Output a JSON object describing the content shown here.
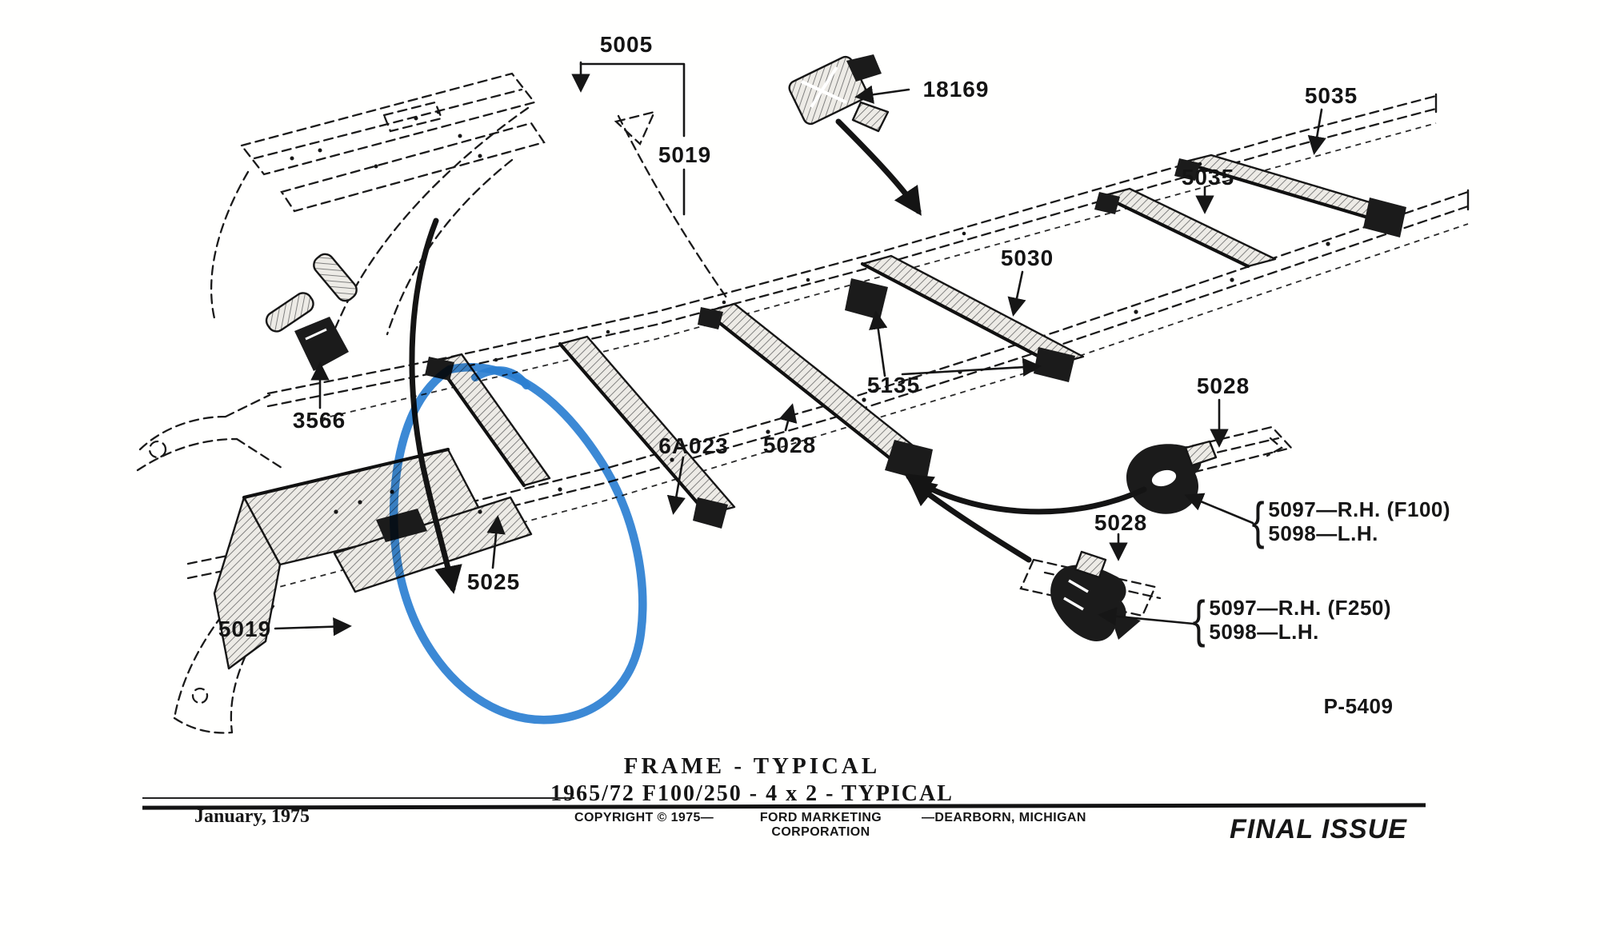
{
  "document": {
    "title_line1": "FRAME - TYPICAL",
    "title_line2": "1965/72 F100/250 - 4 x 2 - TYPICAL",
    "figure_code": "P-5409",
    "footer": {
      "date": "January, 1975",
      "copyright": "COPYRIGHT © 1975—",
      "publisher_line1": "FORD MARKETING",
      "publisher_line2": "CORPORATION",
      "location": "—DEARBORN, MICHIGAN",
      "issue_stamp": "FINAL ISSUE"
    }
  },
  "highlight": {
    "color": "#2b7fd2",
    "shape": "hand-drawn-circle",
    "encircles_part": "5025"
  },
  "part_labels": [
    {
      "text": "5005"
    },
    {
      "text": "5019"
    },
    {
      "text": "18169"
    },
    {
      "text": "5035"
    },
    {
      "text": "5035"
    },
    {
      "text": "5030"
    },
    {
      "text": "5135"
    },
    {
      "text": "6A023"
    },
    {
      "text": "5028"
    },
    {
      "text": "5028"
    },
    {
      "text": "5028"
    },
    {
      "text": "3566"
    },
    {
      "text": "5025"
    },
    {
      "text": "5019"
    }
  ],
  "variant_labels": {
    "f100": {
      "brace": "{",
      "line1": "5097—R.H. (F100)",
      "line2": "5098—L.H."
    },
    "f250": {
      "brace": "{",
      "line1": "5097—R.H. (F250)",
      "line2": "5098—L.H."
    }
  }
}
